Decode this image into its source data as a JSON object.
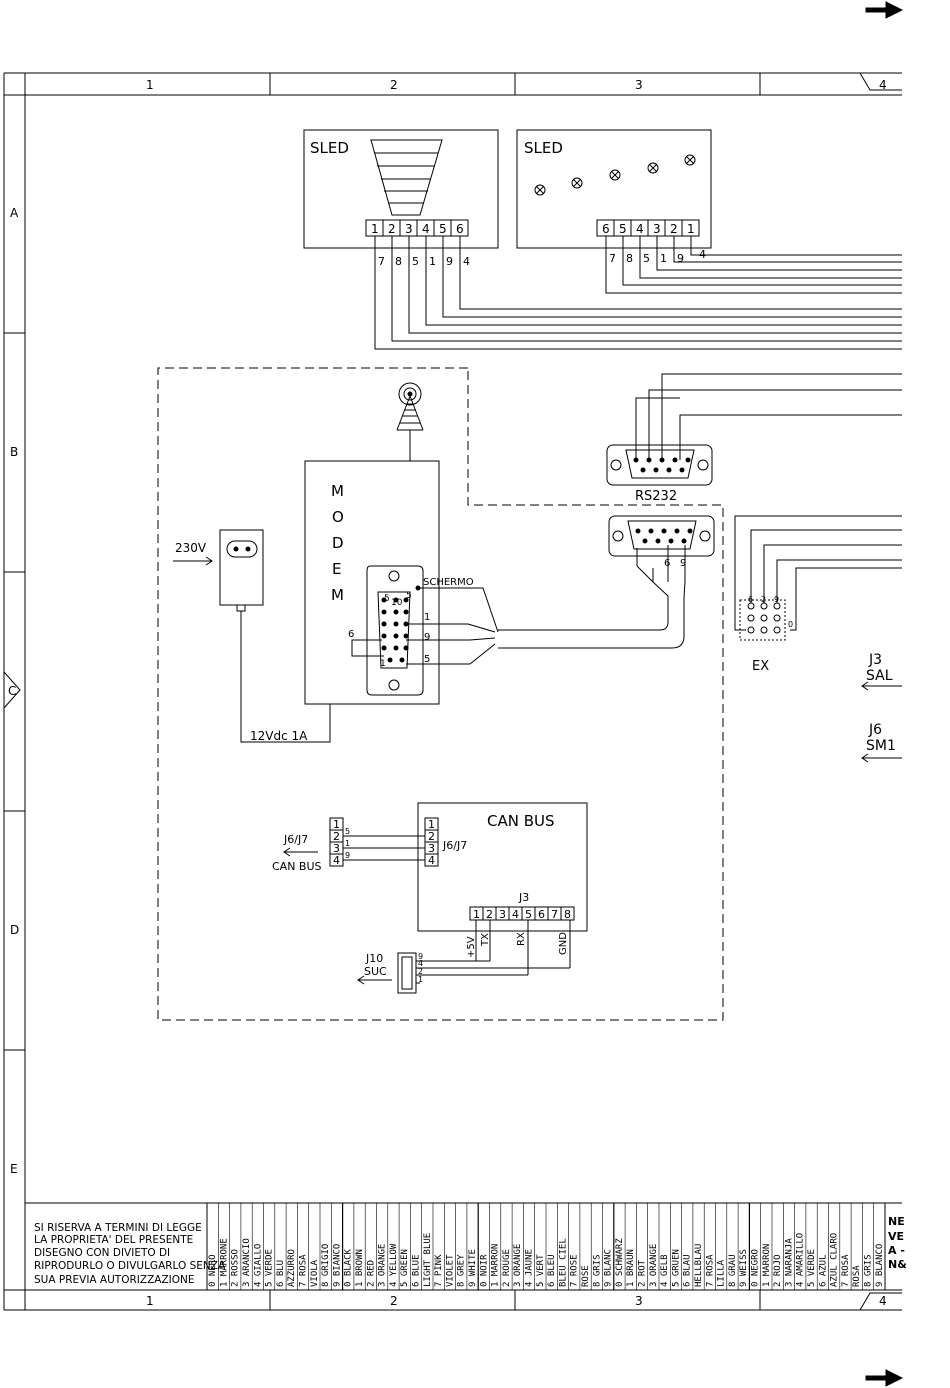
{
  "grid": {
    "columns": [
      "1",
      "2",
      "3",
      "4"
    ],
    "rows": [
      "A",
      "B",
      "C",
      "D",
      "E"
    ]
  },
  "sled1": {
    "label": "SLED",
    "pins": [
      "1",
      "2",
      "3",
      "4",
      "5",
      "6"
    ],
    "wires": [
      "7",
      "8",
      "5",
      "1",
      "9",
      "4"
    ]
  },
  "sled2": {
    "label": "SLED",
    "pins": [
      "6",
      "5",
      "4",
      "3",
      "2",
      "1"
    ],
    "wires": [
      "7",
      "8",
      "5",
      "1",
      "9",
      "4"
    ]
  },
  "rs232": {
    "label": "RS232"
  },
  "db9b": {
    "wires": [
      "6",
      "9"
    ]
  },
  "modem": {
    "letters": [
      "M",
      "O",
      "D",
      "E",
      "M"
    ],
    "schermo": "SCHERMO",
    "pins": [
      "5",
      "10",
      "1",
      "9",
      "6",
      "5",
      "1",
      "5"
    ],
    "pin_side": [
      "1",
      "9",
      "5"
    ],
    "pin_left": "6"
  },
  "power": {
    "input": "230V",
    "output": "12Vdc 1A"
  },
  "ex": {
    "label": "EX",
    "pins": [
      "6",
      "2",
      "9",
      "0"
    ]
  },
  "arrows": {
    "j3_a": "J3",
    "j3_b": "SAL",
    "j6_a": "J6",
    "j6_b": "SM1"
  },
  "canbus": {
    "title": "CAN BUS",
    "conn": "J6/J7",
    "pins": [
      "1",
      "2",
      "3",
      "4"
    ],
    "ext_pins": [
      "1",
      "2",
      "3",
      "4"
    ],
    "ext_wires": [
      "5",
      "1",
      "9"
    ],
    "ext_label_a": "J6/J7",
    "ext_label_b": "CAN BUS",
    "j3": "J3",
    "j3_pins": [
      "1",
      "2",
      "3",
      "4",
      "5",
      "6",
      "7",
      "8"
    ],
    "sig_5v": "+5V",
    "sig_tx": "TX",
    "sig_rx": "RX",
    "sig_gnd": "GND"
  },
  "j10": {
    "label_a": "J10",
    "label_b": "SUC",
    "pins": [
      "9",
      "4",
      "2",
      "1"
    ]
  },
  "legal": {
    "lines": [
      "SI RISERVA A TERMINI DI LEGGE",
      "LA PROPRIETA' DEL PRESENTE",
      "DISEGNO CON DIVIETO DI",
      "RIPRODURLO O DIVULGARLO SENZA",
      "SUA PREVIA AUTORIZZAZIONE"
    ]
  },
  "color_codes": [
    "0 NERO",
    "1 MARRONE",
    "2 ROSSO",
    "3 ARANCIO",
    "4 GIALLO",
    "5 VERDE",
    "6 BLU",
    "AZZURRO",
    "7 ROSA",
    "VIOLA",
    "8 GRIGIO",
    "9 BIANCO",
    "0 BLACK",
    "1 BROWN",
    "2 RED",
    "3 ORANGE",
    "4 YELLOW",
    "5 GREEN",
    "6 BLUE",
    "LIGHT BLUE",
    "7 PINK",
    "VIOLET",
    "8 GREY",
    "9 WHITE",
    "0 NOIR",
    "1 MARRON",
    "2 ROUGE",
    "3 ORANGE",
    "4 JAUNE",
    "5 VERT",
    "6 BLEU",
    "BLEU CIEL",
    "7 ROSE",
    "ROSE",
    "8 GRIS",
    "9 BLANC",
    "0 SCHWARZ",
    "1 BRAUN",
    "2 ROT",
    "3 ORANGE",
    "4 GELB",
    "5 GRUEN",
    "6 BLAU",
    "HELLBLAU",
    "7 ROSA",
    "LILLA",
    "8 GRAU",
    "9 WEISS",
    "0 NEGRO",
    "1 MARRON",
    "2 ROJO",
    "3 NARANJA",
    "4 AMARILLO",
    "5 VERDE",
    "6 AZUL",
    "AZUL CLARO",
    "7 ROSA",
    "ROSA",
    "8 GRIS",
    "9 BLANCO"
  ],
  "title_block": {
    "lines": [
      "NE",
      "VE",
      "A -",
      "N&"
    ]
  }
}
